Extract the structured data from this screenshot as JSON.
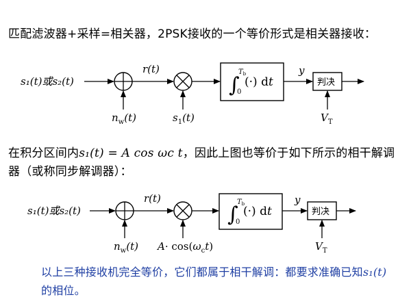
{
  "para1": "匹配滤波器+采样=相关器，2PSK接收的一个等价形式是相关器接收：",
  "para2": {
    "prefix": "在积分区间内",
    "equation": "s₁(t) = A cos ωc t",
    "suffix": "，因此上图也等价于如下所示的相干解调器（或称同步解调器）："
  },
  "note": {
    "text": "以上三种接收机完全等价，它们都属于相干解调：都要求准确已知",
    "signal": "s₁(t)",
    "tail": "的相位。"
  },
  "diagram1": {
    "input_label": "s₁(t)或s₂(t)",
    "noise_label": "n_w(t)",
    "mid_signal": "r(t)",
    "mult_input": "s₁(t)",
    "integrator": {
      "upper_limit": "T_b",
      "lower_limit": "0",
      "body": "(·) dt"
    },
    "output_label": "y",
    "decision_label": "判决",
    "threshold_label": "V_T"
  },
  "diagram2": {
    "input_label": "s₁(t)或s₂(t)",
    "noise_label": "n_w(t)",
    "mid_signal": "r(t)",
    "mult_input": "A·cos(ωc t)",
    "integrator": {
      "upper_limit": "T_b",
      "lower_limit": "0",
      "body": "(·) dt"
    },
    "output_label": "y",
    "decision_label": "判决",
    "threshold_label": "V_T"
  }
}
